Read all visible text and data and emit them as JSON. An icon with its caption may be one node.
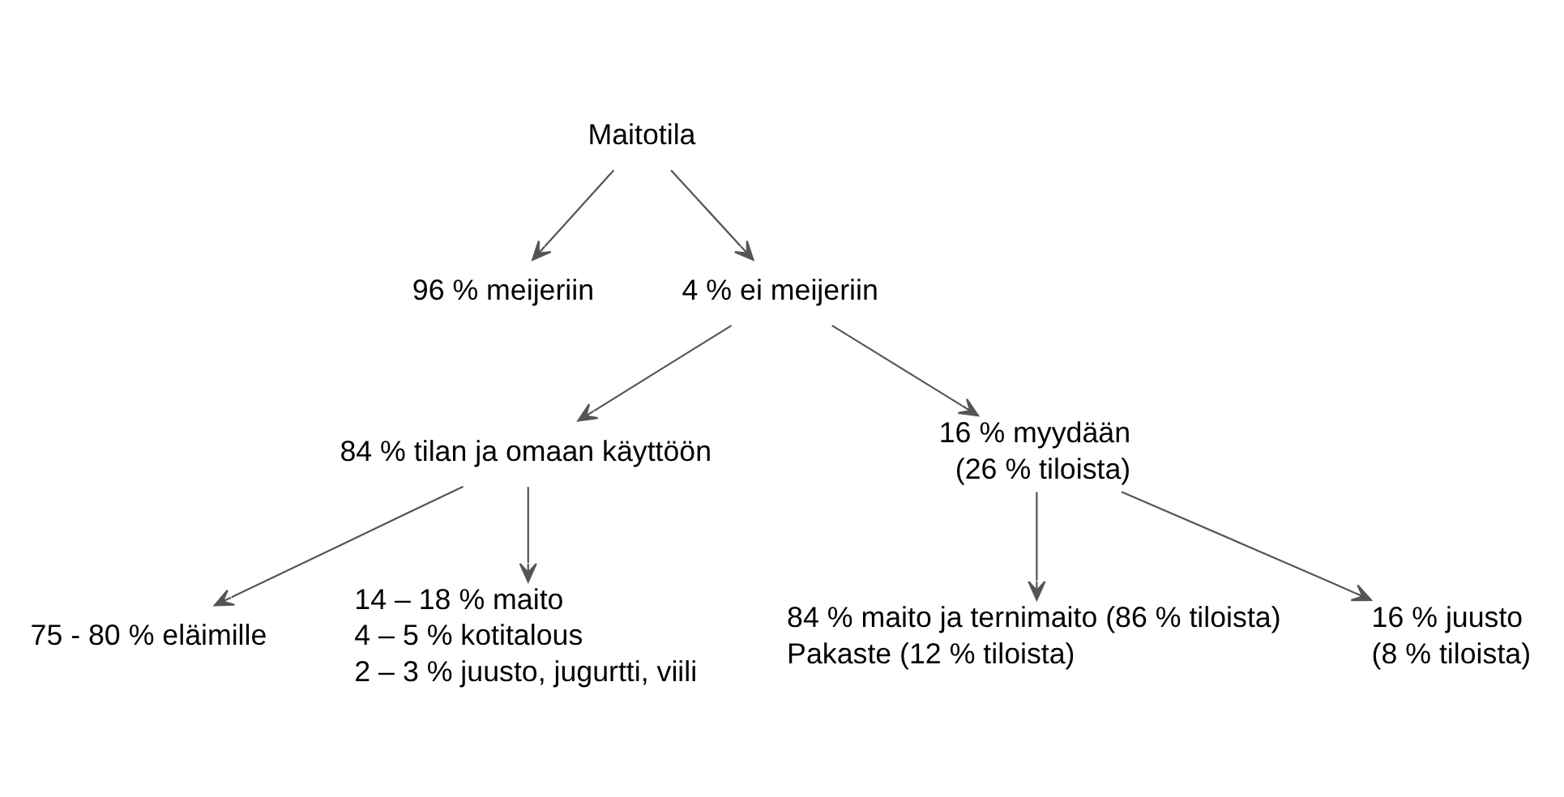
{
  "diagram": {
    "nodes": [
      {
        "text": [
          "Maitotila"
        ]
      },
      {
        "text": [
          "96 % meijeriin"
        ]
      },
      {
        "text": [
          "4 % ei meijeriin"
        ]
      },
      {
        "text": [
          "84 % tilan ja omaan käyttöön"
        ]
      },
      {
        "text": [
          "16 % myydään"
        ],
        "beside": [
          "(26 % tiloista)"
        ]
      },
      {
        "text": [
          "75 - 80 % eläimille"
        ]
      },
      {
        "text": [
          "14 – 18 % maito",
          "4 – 5 % kotitalous",
          "2 – 3 % juusto, jugurtti, viili"
        ]
      },
      {
        "text": [
          "84 % maito ja ternimaito (86 % tiloista)",
          "Pakaste (12 % tiloista)"
        ]
      },
      {
        "text": [
          "16 % juusto",
          "(8 % tiloista)"
        ]
      }
    ],
    "edges": [
      {
        "from": 0,
        "to": 1,
        "arrow": "to"
      },
      {
        "from": 0,
        "to": 2,
        "arrow": "to"
      },
      {
        "from": 2,
        "to": 3,
        "arrow": "to"
      },
      {
        "from": 2,
        "to": 4,
        "arrow": "to"
      },
      {
        "from": 3,
        "to": 5,
        "arrow": "to"
      },
      {
        "from": 3,
        "to": 6,
        "arrow": "to"
      },
      {
        "from": 4,
        "to": 7,
        "arrow": "to"
      },
      {
        "from": 4,
        "to": 8,
        "arrow": "to"
      }
    ]
  }
}
